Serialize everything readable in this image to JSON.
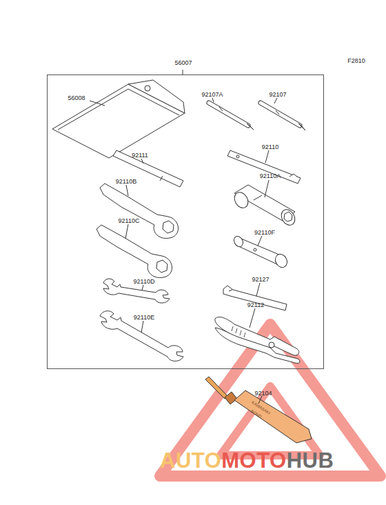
{
  "diagram": {
    "nodes": [
      {
        "text": [
          "56007"
        ]
      }
    ],
    "labels": [
      "F2810",
      "56008",
      "92107A",
      "92107",
      "92111",
      "92110",
      "92110B",
      "92110A",
      "92110C",
      "92110F",
      "92110D",
      "92127",
      "92110E",
      "92112",
      "92104",
      "KAWASAKI",
      "BOND",
      "AUTO",
      "MOTO",
      "HUB"
    ]
  }
}
